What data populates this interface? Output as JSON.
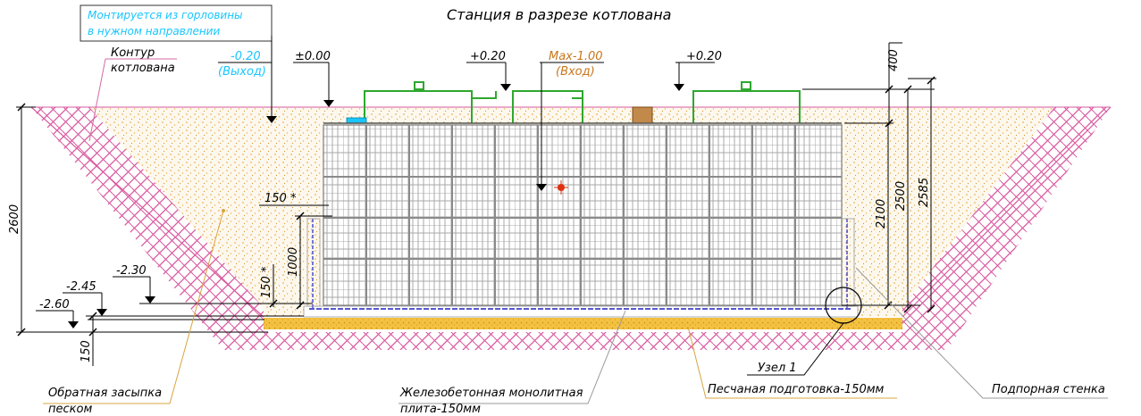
{
  "title": "Станция в разрезе котлована",
  "note_box": {
    "line1": "Монтируется из горловины",
    "line2": "в нужном направлении"
  },
  "levels": {
    "outlet_value": "-0.20",
    "outlet_label": "(Выход)",
    "zero": "±0.00",
    "plus_left": "+0.20",
    "max_value": "Max-1.00",
    "inlet_label": "(Вход)",
    "plus_right": "+0.20",
    "l230": "-2.30",
    "l245": "-2.45",
    "l260": "-2.60"
  },
  "dimensions": {
    "d2600": "2600",
    "d150_top": "150 *",
    "d1000": "1000",
    "d150_side": "150 *",
    "d150_bottom": "150",
    "d400": "400",
    "d2100": "2100",
    "d2500": "2500",
    "d2585": "2585"
  },
  "labels": {
    "pit_contour_1": "Контур",
    "pit_contour_2": "котлована",
    "backfill_1": "Обратная засыпка",
    "backfill_2": "песком",
    "slab_1": "Железобетонная монолитная",
    "slab_2": "плита-150мм",
    "sand_base": "Песчаная подготовка-150мм",
    "node": "Узел 1",
    "retaining_wall": "Подпорная стенка"
  },
  "colors": {
    "soil_hatch": "#d9589f",
    "sand_dots": "#e0a030",
    "sand_base": "#f0c040",
    "tank_grid": "#9a9a9a",
    "covers": "#2ea82e",
    "slab_line": "#2020c0",
    "cyan_text": "#19c6ff",
    "orange_text": "#c8761a"
  }
}
